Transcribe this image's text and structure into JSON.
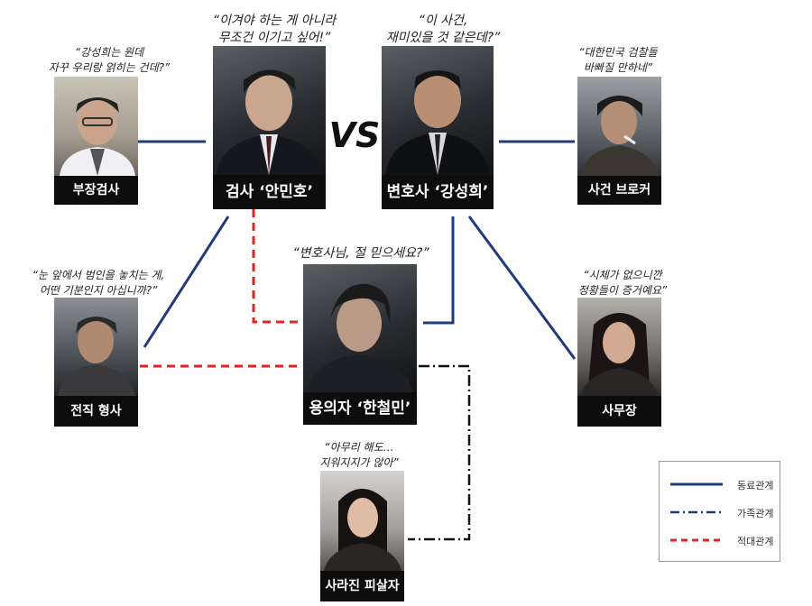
{
  "vs_text": "VS",
  "characters": {
    "bujang": {
      "name": "부장검사",
      "quote": [
        "“강성희는 원데",
        "자꾸 우리랑 얽히는 건데?”"
      ]
    },
    "prosecutor": {
      "name": "검사 ‘안민호’",
      "quote": [
        "“이겨야 하는 게 아니라",
        "무조건 이기고 싶어!”"
      ]
    },
    "lawyer": {
      "name": "변호사 ‘강성희’",
      "quote": [
        "“이 사건,",
        "재미있을 것 같은데?”"
      ]
    },
    "broker": {
      "name": "사건 브로커",
      "quote": [
        "“대한민국 검찰들",
        "바빠질 만하네”"
      ]
    },
    "suspect": {
      "name": "용의자 ‘한철민’",
      "quote": [
        "“변호사님, 절 믿으세요?”"
      ]
    },
    "detective": {
      "name": "전직 형사",
      "quote": [
        "“눈 앞에서 범인을 놓치는 게,",
        "어떤 기분인지 아십니까?”"
      ]
    },
    "clerk": {
      "name": "사무장",
      "quote": [
        "“시체가 없으니깐",
        "정황들이 증거예요”"
      ]
    },
    "victim": {
      "name": "사라진 피살자",
      "quote": [
        "“아무리 해도…",
        "지워지지가 않아”"
      ]
    }
  },
  "legend": {
    "items": [
      {
        "label": "동료관계",
        "style": "solid",
        "color": "#1f3c78"
      },
      {
        "label": "가족관계",
        "style": "dashdot",
        "color": "#1f3c78"
      },
      {
        "label": "적대관계",
        "style": "dashed",
        "color": "#e8201c"
      }
    ]
  },
  "colors": {
    "colleague": "#1f3c78",
    "family": "#111111",
    "hostile": "#e8201c"
  }
}
